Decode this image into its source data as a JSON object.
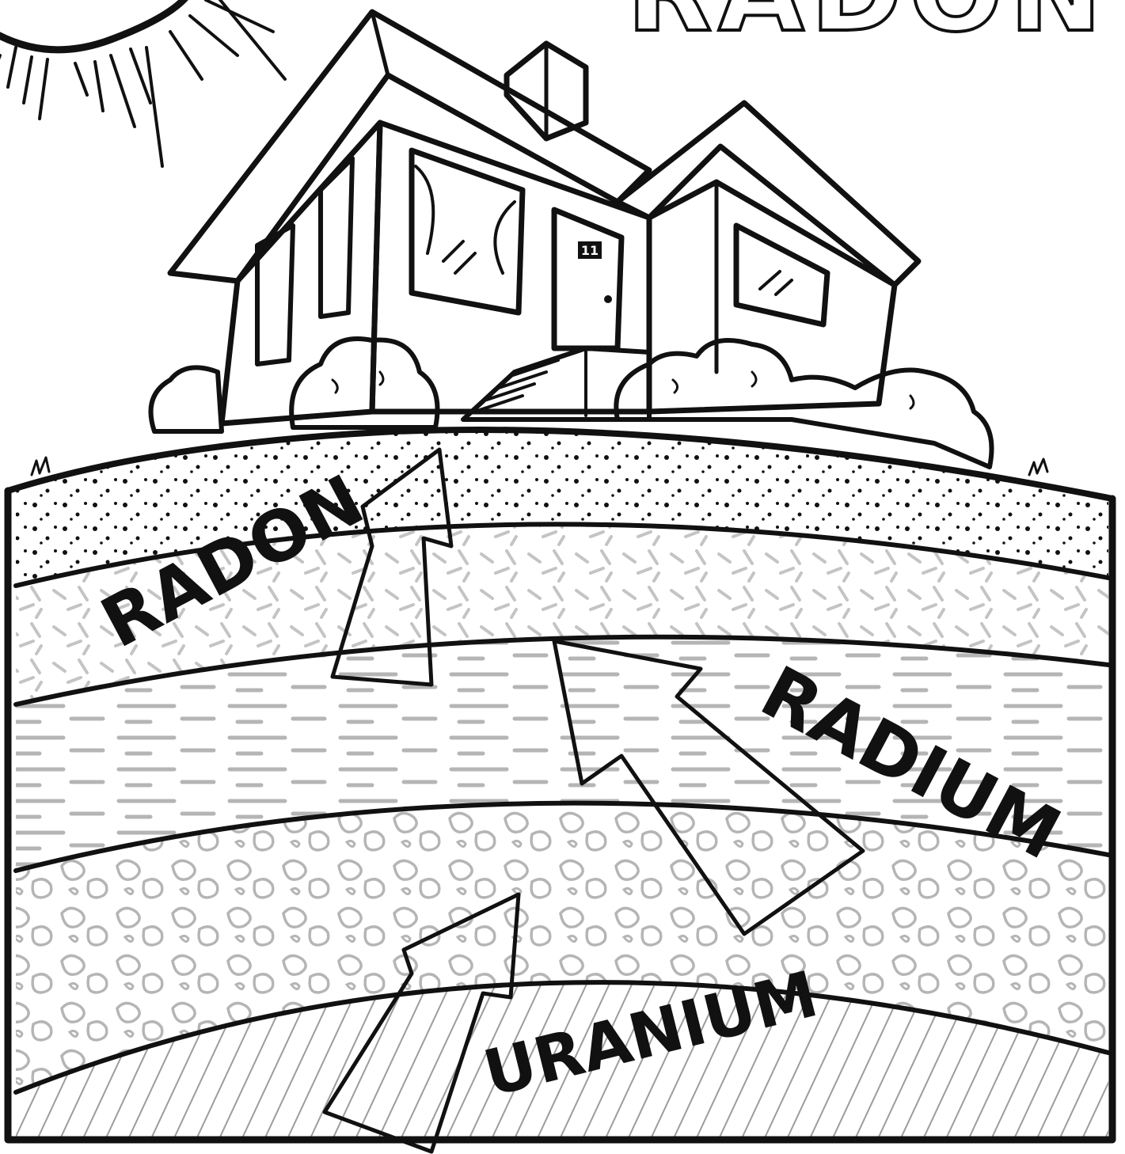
{
  "title": "RADON",
  "labels": {
    "radon": "RADON",
    "radium": "RADIUM",
    "uranium": "URANIUM"
  },
  "house": {
    "door_number": "11"
  },
  "colors": {
    "ink": "#111111",
    "paper": "#ffffff",
    "arrow_light": "#f2f2f2",
    "arrow_dark": "#8a8a8a",
    "pattern_gray": "#b5b5b5"
  },
  "icons": [
    "sun-icon",
    "house-icon",
    "chimney-icon",
    "bush-icon",
    "arrow-icon"
  ]
}
